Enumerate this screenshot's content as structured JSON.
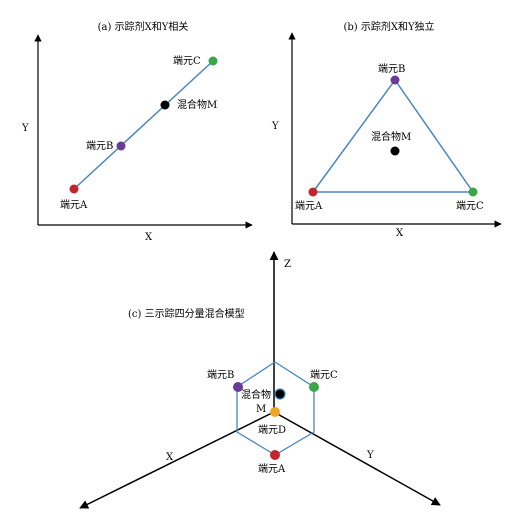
{
  "panel_a": {
    "title": "(a) 示踪剂X和Y相关",
    "x_axis_label": "X",
    "y_axis_label": "Y",
    "endmember_a": "端元A",
    "endmember_b": "端元B",
    "endmember_c": "端元C",
    "mixture": "混合物M"
  },
  "panel_b": {
    "title": "(b) 示踪剂X和Y独立",
    "x_axis_label": "X",
    "y_axis_label": "Y",
    "endmember_a": "端元A",
    "endmember_b": "端元B",
    "endmember_c": "端元C",
    "mixture": "混合物M"
  },
  "panel_c": {
    "title": "(c) 三示踪四分量混合模型",
    "x_axis_label": "X",
    "y_axis_label": "Y",
    "z_axis_label": "Z",
    "endmember_a": "端元A",
    "endmember_b": "端元B",
    "endmember_c": "端元C",
    "endmember_d": "端元D",
    "mixture_line1": "混合物",
    "mixture_line2": "M"
  },
  "colors": {
    "line": "#4a86c0",
    "endmember_a": "#c0262b",
    "endmember_b": "#6a3b95",
    "endmember_c": "#3aa648",
    "endmember_d": "#f0a524",
    "mixture": "#000000"
  }
}
